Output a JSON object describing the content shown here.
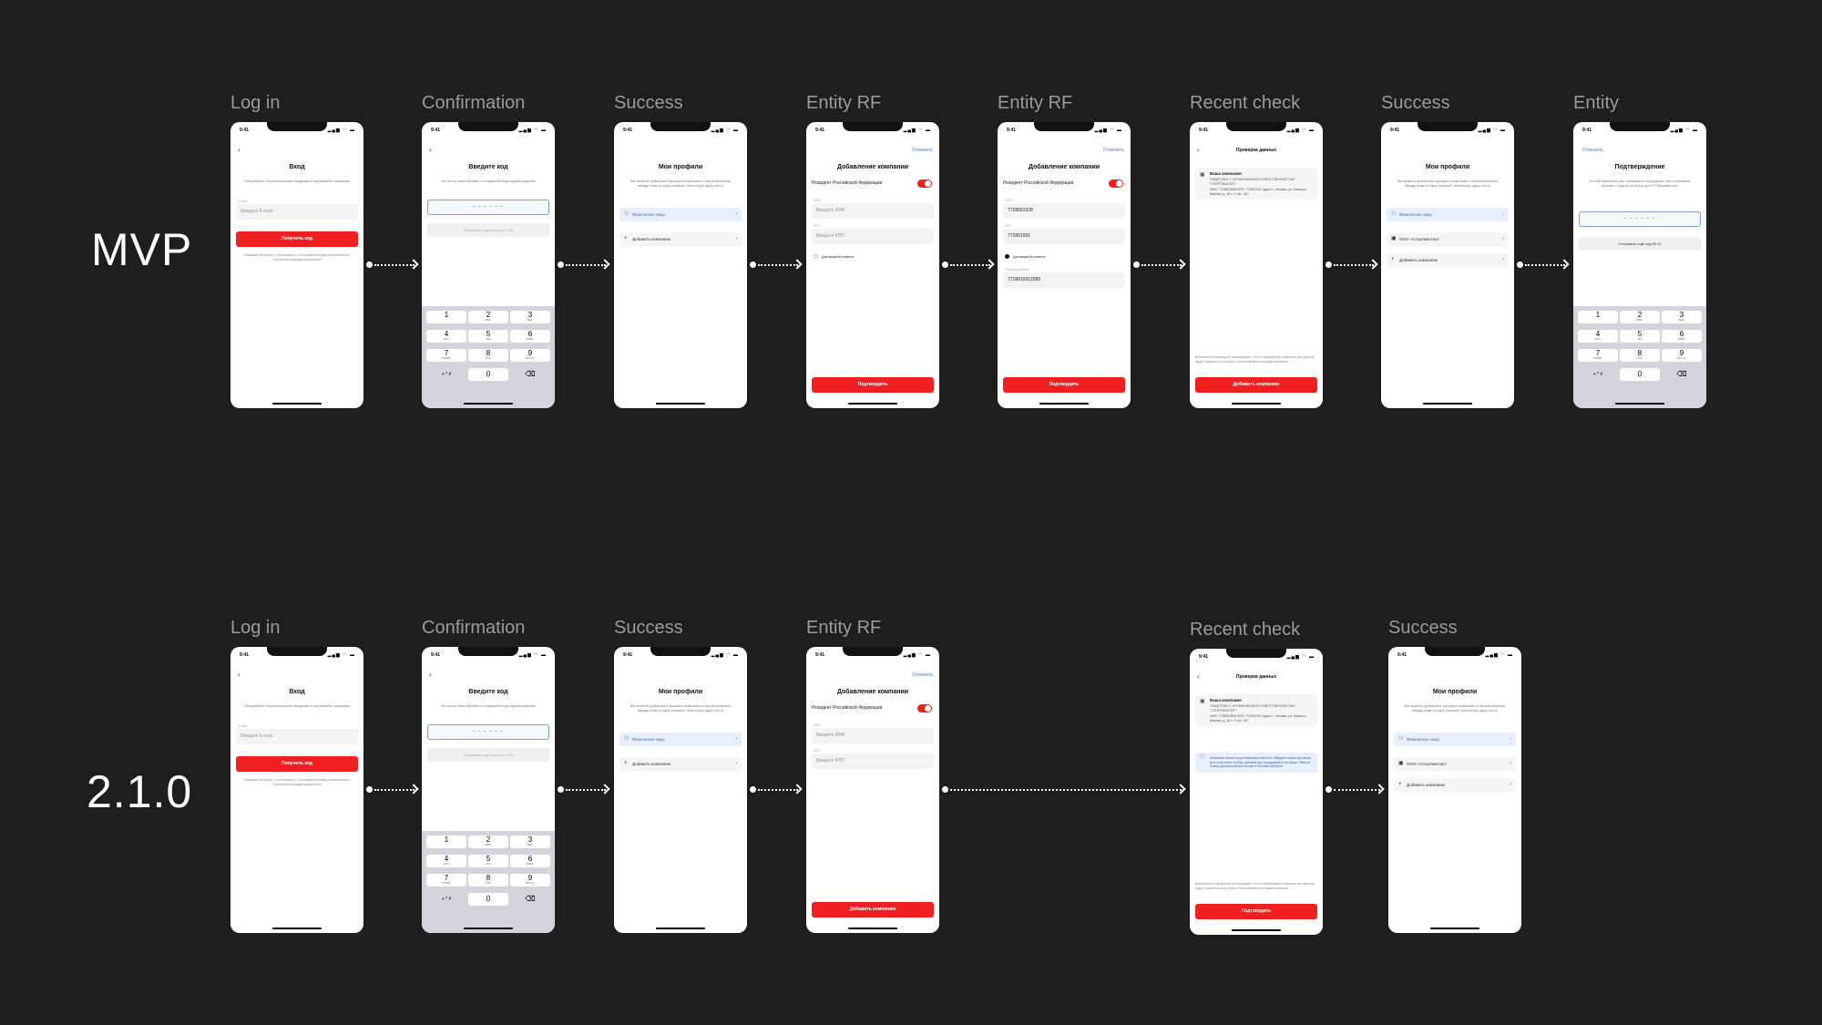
{
  "rows": [
    {
      "title": "MVP"
    },
    {
      "title": "2.1.0"
    }
  ],
  "labels": {
    "mvp": [
      "Log in",
      "Confirmation",
      "Success",
      "Entity RF",
      "Entity RF",
      "Recent check",
      "Success",
      "Entity"
    ],
    "v210": [
      "Log in",
      "Confirmation",
      "Success",
      "Entity RF",
      "Recent check",
      "Success"
    ]
  },
  "status": {
    "time": "9:41",
    "icons": "▂▄▆ ◠ ▬"
  },
  "icons": {
    "back": "‹",
    "chevron": "›",
    "user": "⚇",
    "plus": "+",
    "briefcase": "▣",
    "info": "ⓘ",
    "backspace": "⌫"
  },
  "login": {
    "title": "Вход",
    "desc": "Попробуйте персональными скидками и управляйте заказами",
    "email_label": "E-mail",
    "email_placeholder": "Введите E-mail",
    "button": "Получить код",
    "note": "Нажимая на кнопку, я соглашаюсь с Пользовательским соглашением и Политикой конфиденциальности"
  },
  "confirm": {
    "title": "Введите код",
    "desc": "На почту ivanov@mail.ru отправлен код подтверждения",
    "code": "– – –  – – –",
    "resend": "Отправить код повторно  2:59"
  },
  "keypad": {
    "keys": [
      {
        "n": "1",
        "s": ""
      },
      {
        "n": "2",
        "s": "ABC"
      },
      {
        "n": "3",
        "s": "DEF"
      },
      {
        "n": "4",
        "s": "GHI"
      },
      {
        "n": "5",
        "s": "JKL"
      },
      {
        "n": "6",
        "s": "MNO"
      },
      {
        "n": "7",
        "s": "PQRS"
      },
      {
        "n": "8",
        "s": "TUV"
      },
      {
        "n": "9",
        "s": "WXYZ"
      }
    ],
    "special": "+ * #",
    "zero": "0"
  },
  "profiles": {
    "title": "Мои профили",
    "desc": "Вы можете добавлять профили компании и переключаться между ними в пару касаний, используя одну почту",
    "individual": "Физическое лицо",
    "add_company": "Добавить компанию",
    "company": "ООО «Спортмастер»"
  },
  "entity": {
    "cancel": "Отменить",
    "title": "Добавление компании",
    "resident": "Резидент Российской Федерации",
    "inn_label": "ИНН",
    "inn_placeholder": "Введите ИНН",
    "kpp_label": "КПП",
    "kpp_placeholder": "Введите КПП",
    "contract": "Договорной клиент",
    "inn_value": "7728551528",
    "kpp_value": "772801001",
    "contract_label": "Номер договора",
    "contract_value": "7728010012585",
    "confirm": "Подтвердить",
    "add": "Добавить компанию"
  },
  "check": {
    "title": "Проверка данных",
    "company_heading": "Ваша компания",
    "company_name": "ОБЩЕСТВО С ОГРАНИЧЕННОЙ ОТВЕТСТВЕННОСТЬЮ \"СПОРТМАСТЕР\"",
    "company_details": "ИНН: 7728551528 КПП: 772801001 Адрес: г. Москва, ул. Миклухо-Маклая, д. 18 к. 2 оф. 102",
    "info": "Компания является договорным клиентом. Введите номер договора для получения особых условий или продолжайте на общих. Ввести номер договора можно позже в Личном кабинете",
    "warning": "Внимательно проверьте информацию. После добавления компании все данные будут сохранены в профиле без возможности редактирования",
    "add": "Добавить компанию",
    "confirm": "Подтвердить"
  },
  "entity_verify": {
    "back": "Отменить",
    "title": "Подтверждение",
    "desc": "К этой компании уже привязаны сотрудники. Мы отправили письмо с кодом на почту spo*****@gmail.com",
    "code": "– – –  – – –",
    "resend": "Отправить ещё код  00:12"
  }
}
